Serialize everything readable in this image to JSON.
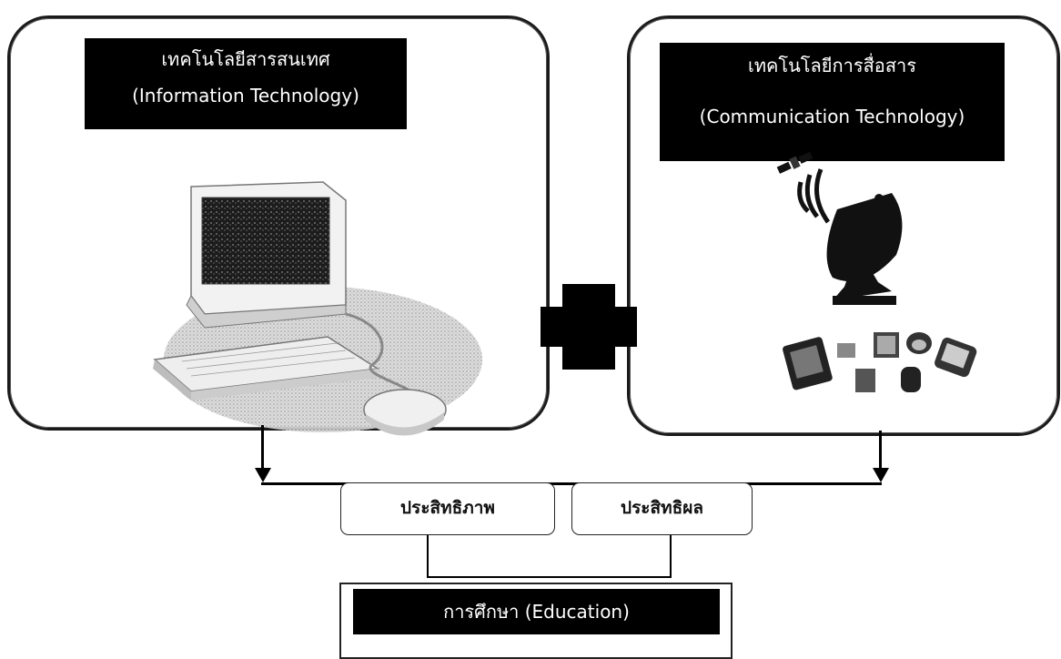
{
  "left_panel": {
    "title_th": "เทคโนโลยีสารสนเทศ",
    "title_en": "(Information Technology)",
    "image_icon": "computer-icon"
  },
  "right_panel": {
    "title_th": "เทคโนโลยีการสื่อสาร",
    "title_en": "(Communication Technology)",
    "image_icon": "satellite-dish-icon"
  },
  "plus_icon": "plus-icon",
  "outcomes": {
    "efficiency": "ประสิทธิภาพ",
    "effectiveness": "ประสิทธิผล"
  },
  "education": {
    "title": "การศึกษา (Education)"
  }
}
